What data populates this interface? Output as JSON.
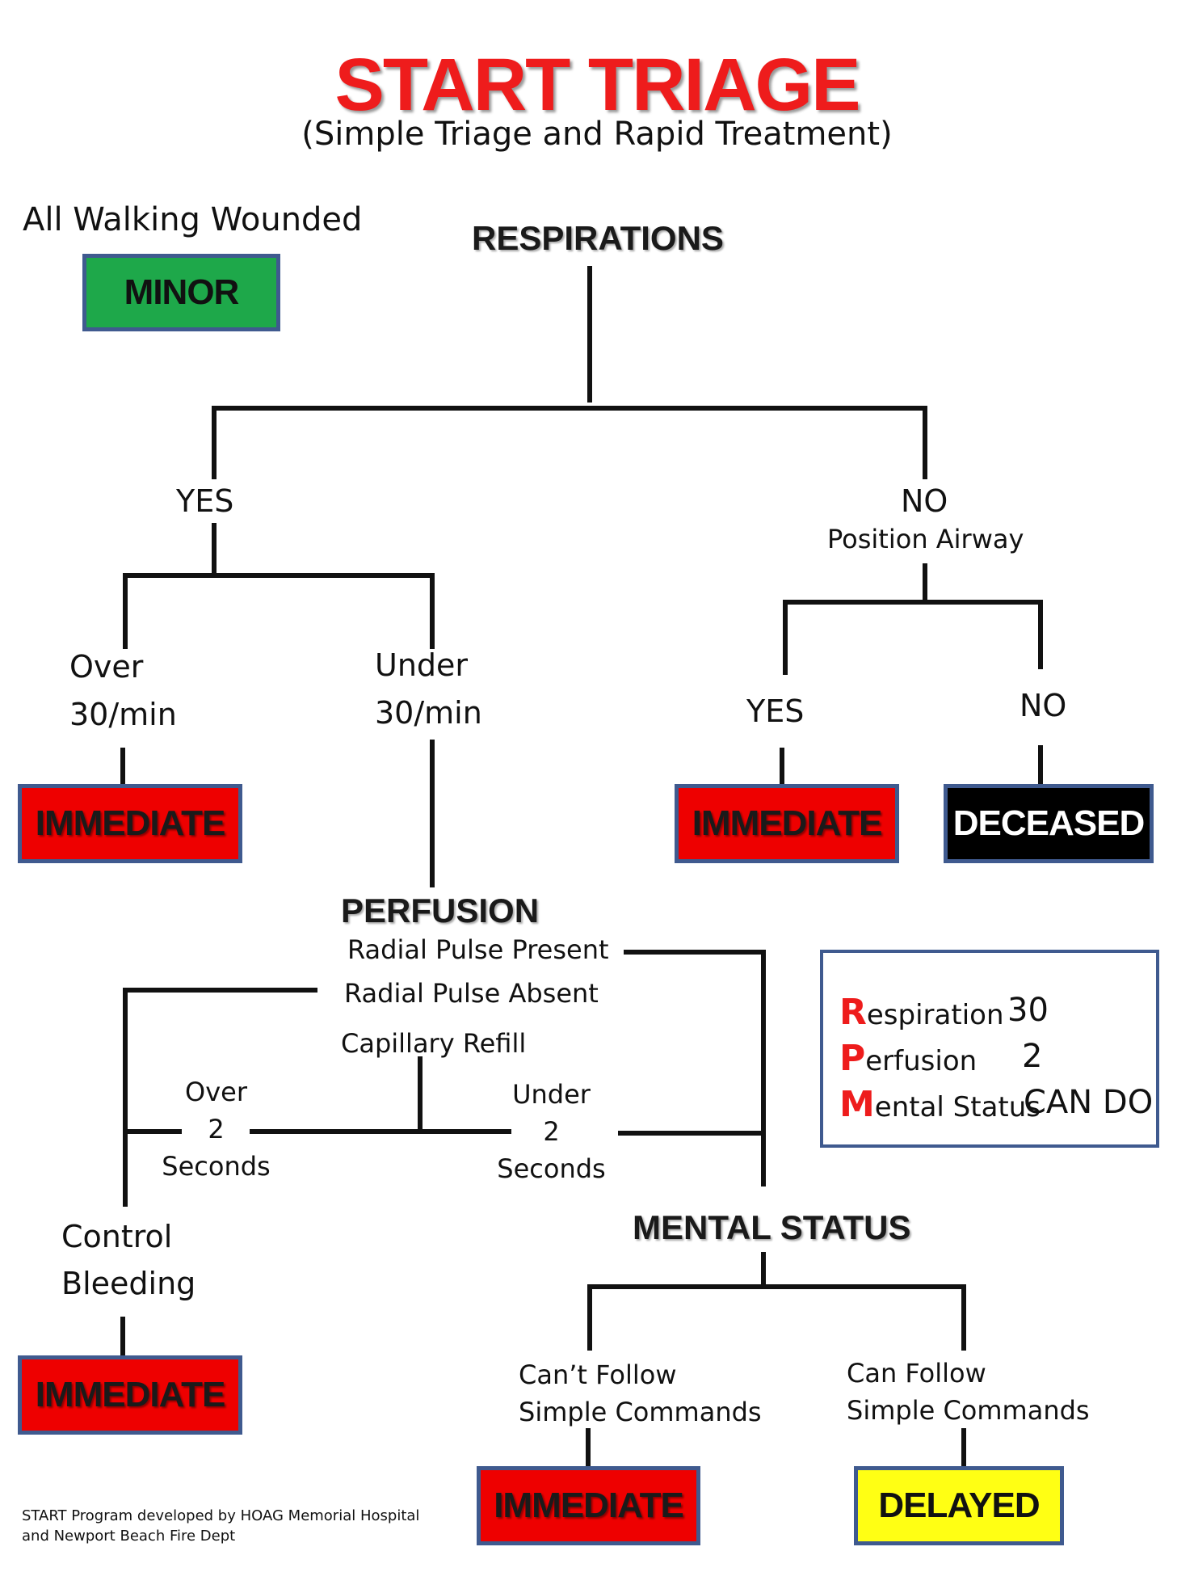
{
  "title": "START TRIAGE",
  "subtitle": "(Simple Triage and Rapid Treatment)",
  "walking": {
    "label": "All Walking Wounded",
    "box": "MINOR"
  },
  "respirations": {
    "header": "RESPIRATIONS",
    "yes": "YES",
    "no": "NO",
    "position_airway": "Position Airway",
    "over_line1": "Over",
    "over_line2": "30/min",
    "under_line1": "Under",
    "under_line2": "30/min",
    "airway_yes": "YES",
    "airway_no": "NO"
  },
  "perfusion": {
    "header": "PERFUSION",
    "radial_present": "Radial Pulse Present",
    "radial_absent": "Radial Pulse Absent",
    "capillary": "Capillary Refill",
    "over": [
      "Over",
      "2",
      "Seconds"
    ],
    "under": [
      "Under",
      "2",
      "Seconds"
    ],
    "control_line1": "Control",
    "control_line2": "Bleeding"
  },
  "mental": {
    "header": "MENTAL STATUS",
    "cant_line1": "Can’t Follow",
    "cant_line2": "Simple Commands",
    "can_line1": "Can Follow",
    "can_line2": "Simple Commands"
  },
  "boxes": {
    "immediate_over30": "IMMEDIATE",
    "immediate_airway": "IMMEDIATE",
    "deceased": "DECEASED",
    "immediate_bleeding": "IMMEDIATE",
    "immediate_mental": "IMMEDIATE",
    "delayed": "DELAYED"
  },
  "legend": {
    "rows": [
      {
        "initial": "R",
        "rest": "espiration",
        "value": "30"
      },
      {
        "initial": "P",
        "rest": "erfusion",
        "value": "2"
      },
      {
        "initial": "M",
        "rest": "ental Status",
        "value": "CAN DO"
      }
    ]
  },
  "footer": {
    "line1": "START Program developed by HOAG Memorial Hospital",
    "line2": "and Newport Beach Fire Dept"
  },
  "colors": {
    "title_red": "#ee1c1c",
    "immediate": "#ee0000",
    "minor": "#1ea84a",
    "deceased": "#000000",
    "delayed": "#ffff14",
    "box_border": "#3f5a8f"
  }
}
